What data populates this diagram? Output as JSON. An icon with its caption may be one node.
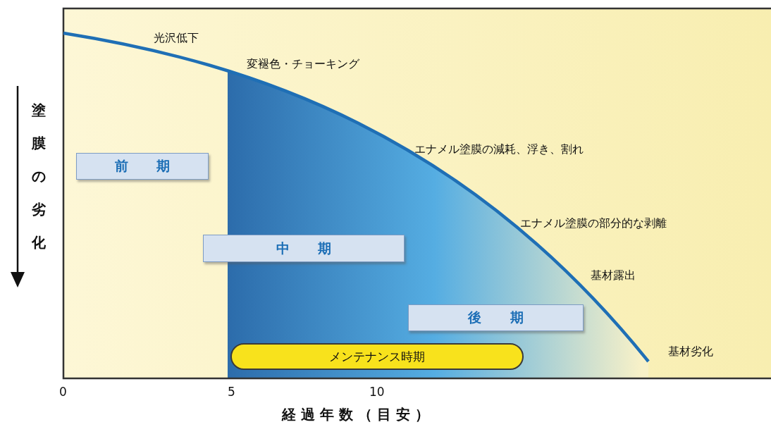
{
  "diagram": {
    "nodes": [
      {
        "text": [
          "前 期"
        ]
      },
      {
        "text": [
          "中 期"
        ]
      },
      {
        "text": [
          "後 期"
        ]
      },
      {
        "text": [
          "メンテナンス時期"
        ]
      }
    ],
    "labels": [
      "光沢低下",
      "変褪色・チョーキング",
      "塗膜の劣化",
      "エナメル塗膜の減耗、浮き、割れ",
      "エナメル塗膜の部分的な剥離",
      "基材露出",
      "基材劣化",
      "0",
      "5",
      "10",
      "経過年数（目安）"
    ]
  }
}
